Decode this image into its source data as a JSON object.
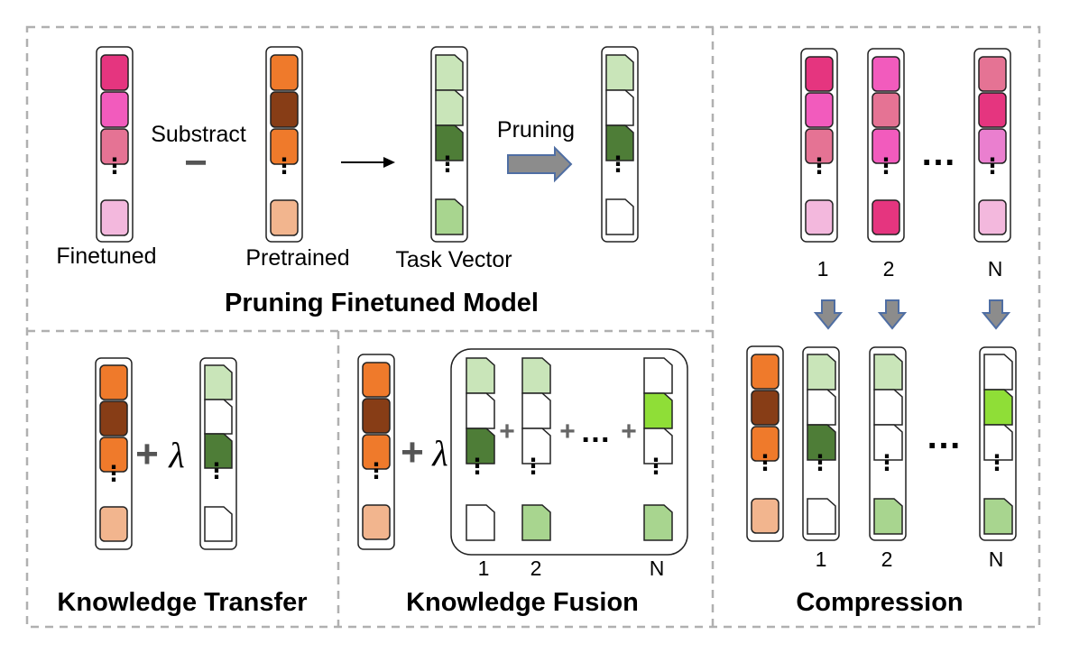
{
  "labels": {
    "finetuned": "Finetuned",
    "substract": "Substract",
    "minus": "−",
    "pretrained": "Pretrained",
    "task_vector": "Task Vector",
    "pruning": "Pruning"
  },
  "titles": {
    "pruning_model": "Pruning Finetuned Model",
    "transfer": "Knowledge Transfer",
    "fusion": "Knowledge Fusion",
    "compression": "Compression"
  },
  "symbols": {
    "plus": "+",
    "lambda": "λ",
    "dots": "…",
    "vdots": "⋮"
  },
  "indices": {
    "first": "1",
    "second": "2",
    "last": "N"
  },
  "colors": {
    "pink_dark": "#e5357f",
    "pink_mid": "#f25bbd",
    "pink_rose": "#e57394",
    "pink_light": "#f3b8dd",
    "orange": "#ef7a2b",
    "brown": "#873d16",
    "peach": "#f2b58e",
    "green_light": "#c9e5b9",
    "green_dark": "#4e7d37",
    "green_mid": "#a8d58f",
    "green_lime": "#8fde37",
    "border_dash": "#b0b0b0",
    "arrow_fill": "#8c8c8c",
    "arrow_stroke": "#4f6ea3"
  }
}
